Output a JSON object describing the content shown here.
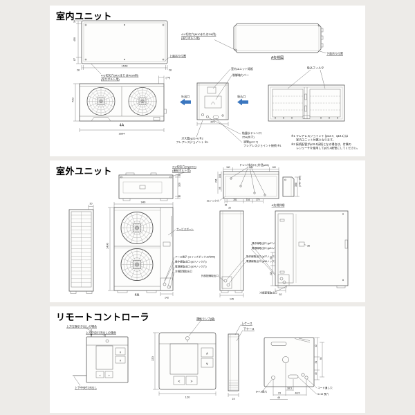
{
  "page": {
    "bg": "#edebe8",
    "panel_bg": "#ffffff",
    "line_color": "#555555",
    "accent_blue": "#3a76bf"
  },
  "indoor": {
    "title": "室内ユニット",
    "top_view": {
      "dim_a": "30",
      "dim_b": "450",
      "dim_c": "87",
      "dim_left": "28",
      "dim_w": "1548",
      "dim_right": "28",
      "hole1": "4-U切欠穴(M10またはW3/8用)",
      "hole2": "(吊りボルト用)",
      "hang_top": "上面吊り位置"
    },
    "a_view": {
      "hole1": "4-U切欠穴(M10または3/8用)",
      "hole2": "(吊りボルト用)",
      "caption": "A矢視図",
      "hang_bottom": "下面吊り位置"
    },
    "front": {
      "dim_top": "(74)",
      "dim_h": "720",
      "model": "4A",
      "dim_w": "1604"
    },
    "side": {
      "nameplate": "室内ユニット銘板",
      "cover": "制御箱カバー",
      "outlet": "吐出口",
      "inlet": "吸込口",
      "dim_w": "679",
      "gas1": "ガス管(φ25.4) ※2",
      "gas2": "フレアレスジョイント ※1",
      "drain1": "結露水ドレン口",
      "drain2": "25A(めす)",
      "liq1": "液管(φ12.7)",
      "liq2": "フレアレスジョイント接続 ※1"
    },
    "rear": {
      "filter": "吸込フィルタ"
    },
    "notes": {
      "n1": "※1 フレアレスジョイント (φ12.7、φ19.1) は",
      "n2": "室内ユニット付属となります。",
      "n3": "※2 接続配管がφ19.1接続となる場合は、付属の",
      "n4": "レジューサを使用してφ25.4配管にしてください。"
    }
  },
  "outdoor": {
    "title": "室外ユニット",
    "plan": {
      "hole1": "4-U切欠穴(7φ(2ヶ))",
      "hole2": "(連結ボルト用)",
      "dim_t": "30",
      "dim_m": "320",
      "dim_b": "30"
    },
    "drain": {
      "label": "ドレン排水口 (外径φ26)",
      "t1": "160",
      "t2": "620",
      "t3": "160",
      "l1": "296",
      "l2": "161",
      "l3": "98",
      "knock": "22ノック穴",
      "b1": "36",
      "b2": "281",
      "b3": "154",
      "b4": "179",
      "b5": "25",
      "r1": "358",
      "r2": "(346〜366)",
      "caption": "A矢視詳細"
    },
    "louver": {
      "dim_t": "30"
    },
    "front": {
      "dim_w": "940",
      "dim_h": "1430",
      "model": "4A",
      "dim_b": "142",
      "service": "サービスポート",
      "earth": "アース端子 (スイッチボックス内M5)",
      "op": "操作線取出口 (φ27ノック穴)",
      "power": "電源線取出口 (φ34ノック穴)",
      "refr": "冷媒配管取出口"
    },
    "side": {
      "op": "操作線取出口 (φ27ノック穴)",
      "power": "電源線取出口 (φ34ノック穴)",
      "ext": "外部配線取出口",
      "dim_b": "145"
    },
    "rear": {
      "refr": "冷媒配管取出口",
      "dim_1": "36",
      "dim_2": "50",
      "dim_3": "223",
      "dim_4": "52"
    }
  },
  "remote": {
    "title": "リモートコントローラ",
    "small": {
      "case1": "上方左端引き出しの場合",
      "case2": "上方中央引き出しの場合",
      "case3": "上下中央引き出し"
    },
    "front": {
      "lamp": "運転ランプ(緑)",
      "up": "∧",
      "down": "∨",
      "left": "<",
      "right": ">",
      "dim_h": "120",
      "dim_w": "120"
    },
    "side": {
      "upper": "上ケース",
      "lower": "下ケース",
      "dim_t": "19"
    },
    "back": {
      "slot_s": "5×7.5長穴",
      "d23": "23",
      "d46": "46",
      "d385": "38.5",
      "d485": "48.5",
      "cord": "コード通し穴",
      "slot_l": "5×15 長穴",
      "d40": "40",
      "d84": "84",
      "d31": "31",
      "d43": "43"
    }
  }
}
